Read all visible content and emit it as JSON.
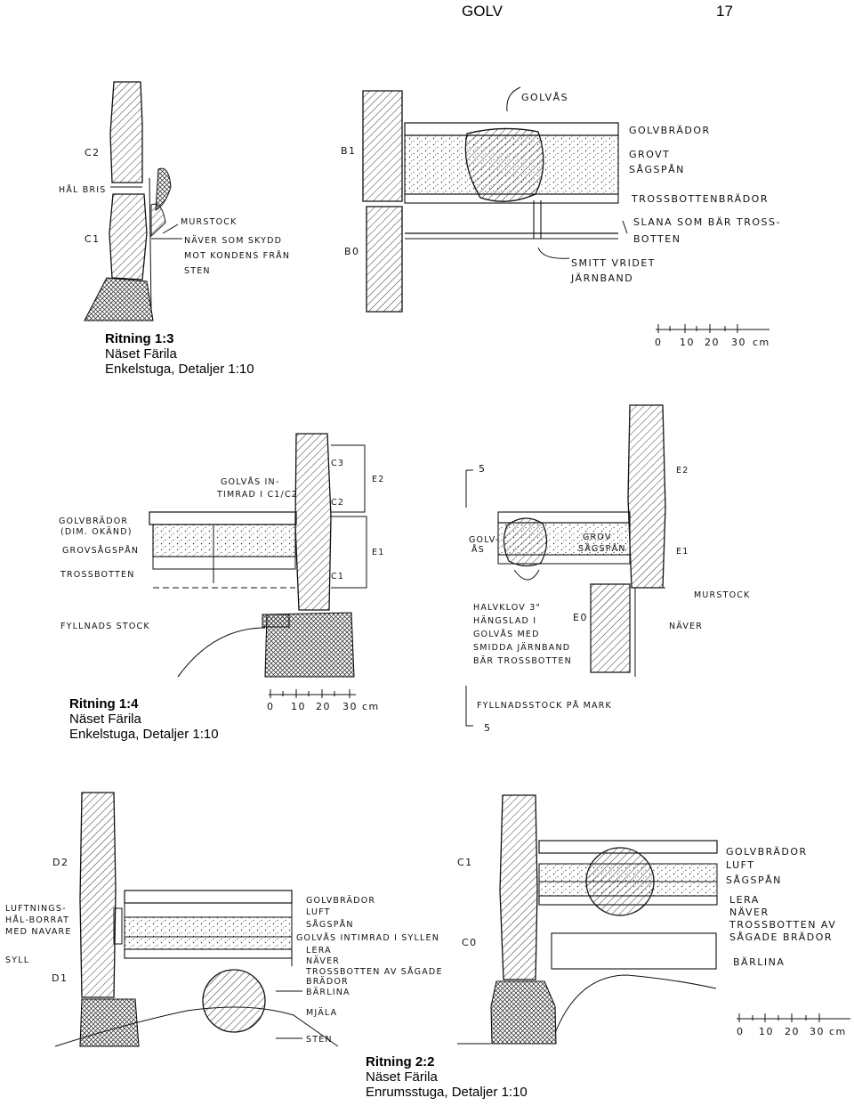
{
  "header": {
    "section": "GOLV",
    "page": "17"
  },
  "captions": [
    {
      "title": "Ritning 1:3",
      "place": "Näset Färila",
      "desc": "Enkelstuga, Detaljer 1:10"
    },
    {
      "title": "Ritning 1:4",
      "place": "Näset Färila",
      "desc": "Enkelstuga, Detaljer 1:10"
    },
    {
      "title": "Ritning 2:2",
      "place": "Näset Färila",
      "desc": "Enrumsstuga, Detaljer 1:10"
    }
  ],
  "scale": {
    "ticks": [
      "0",
      "10",
      "20",
      "30"
    ],
    "last": "30 cm",
    "unit": "cm"
  },
  "d13": {
    "c2": "C2",
    "halbris": "HÅL BRIS",
    "c1": "C1",
    "murstock": "MURSTOCK",
    "naver1": "NÄVER SOM SKYDD",
    "naver2": "MOT KONDENS FRÅN",
    "naver3": "STEN",
    "b1": "B1",
    "b0": "B0",
    "golvas": "GOLVÅS",
    "golvbrador": "GOLVBRÄDOR",
    "grovt": "GROVT",
    "sagspan": "SÅGSPÅN",
    "trossbottenbrador": "TROSSBOTTENBRÄDOR",
    "slana1": "SLANA SOM BÄR TROSS-",
    "slana2": "BOTTEN",
    "smitt1": "SMITT VRIDET",
    "smitt2": "JÄRNBAND"
  },
  "d14": {
    "golvbrador": "GOLVBRÄDOR",
    "dim": "(DIM. OKÄND)",
    "grovsagspan": "GROVSÅGSPÅN",
    "trossbotten": "TROSSBOTTEN",
    "fyllnadsstock": "FYLLNADS STOCK",
    "golvas1": "GOLVÅS IN-",
    "golvas2": "TIMRAD I C1/C2",
    "c3": "C3",
    "c2": "C2",
    "c1": "C1",
    "e2": "E2",
    "e1": "E1",
    "sec5": "5",
    "golv1": "GOLV-",
    "golv2": "ÅS",
    "grov1": "GROV",
    "sagspan": "SÅGSPÅN",
    "e2b": "E2",
    "e1b": "E1",
    "e0": "E0",
    "halv1": "HALVKLOV 3\"",
    "halv2": "HÄNGSLAD I",
    "halv3": "GOLVÅS MED",
    "halv4": "SMIDDA JÄRNBAND",
    "halv5": "BÄR TROSSBOTTEN",
    "murstock": "MURSTOCK",
    "naver": "NÄVER",
    "fyllnad": "FYLLNADSSTOCK PÅ MARK",
    "sec5b": "5"
  },
  "d22": {
    "d2": "D2",
    "d1": "D1",
    "luft1": "LUFTNINGS-",
    "luft2": "HÅL-BORRAT",
    "luft3": "MED NAVARE",
    "syll": "SYLL",
    "golvbrador": "GOLVBRÄDOR",
    "luft": "LUFT",
    "sagspan": "SÅGSPÅN",
    "golvas": "GOLVÅS INTIMRAD I SYLLEN",
    "lera": "LERA",
    "naver": "NÄVER",
    "tross1": "TROSSBOTTEN AV SÅGADE",
    "tross2": "BRÄDOR",
    "barlina": "BÄRLINA",
    "mjala": "MJÄLA",
    "sten": "STEN",
    "c1": "C1",
    "c0": "C0",
    "r_golvbrador": "GOLVBRÄDOR",
    "r_luft": "LUFT",
    "r_sagspan": "SÅGSPÅN",
    "r_lera": "LERA",
    "r_naver": "NÄVER",
    "r_tross1": "TROSSBOTTEN AV",
    "r_tross2": "SÅGADE BRÄDOR",
    "r_barlina": "BÄRLINA"
  }
}
